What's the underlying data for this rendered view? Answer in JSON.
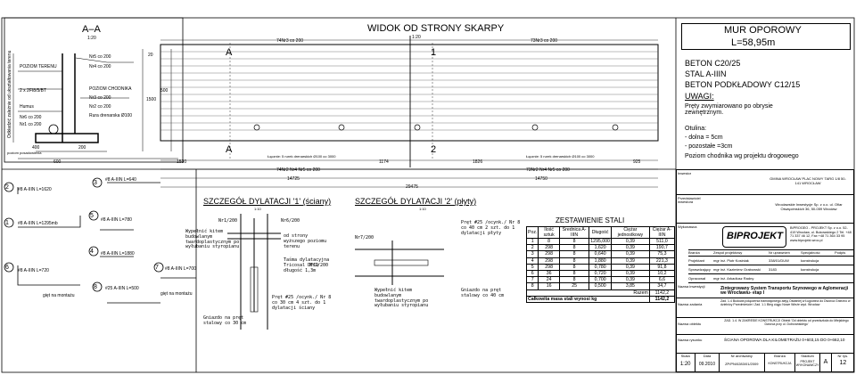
{
  "section": {
    "title": "A–A",
    "scale": "1:20",
    "side_label": "Odkładzić zależnie od ukształtowania terenu",
    "layers": [
      "POZIOM TERENU",
      "Nr5 co 200",
      "Nr4 co 200",
      "2 x 2FI8/5/BT",
      "Humus",
      "POZIOM CHODNIKA",
      "Nr3 co 200",
      "Nr6 co 200",
      "Nr1 co 200",
      "Nr2 co 200",
      "Rura drenarska Ø100"
    ],
    "dims": [
      "400",
      "200",
      "600",
      "20",
      "1500",
      "500"
    ],
    "footer": "poziom posadowienia"
  },
  "elevation": {
    "title": "WIDOK OD STRONY SKARPY",
    "scale": "1:20",
    "top_left": "74Nr3 co 200",
    "top_right": "73Nr3 co 200",
    "marks": [
      "A",
      "1",
      "A",
      "2"
    ],
    "bottom_notes": [
      "Łącznie: 5 rurek drenarskich Ø100 co 3000",
      "Łącznie: 5 rurek drenarskich Ø100 co 3000"
    ],
    "dims_top": [
      "1530",
      "1174",
      "1826",
      "925"
    ],
    "dims_mid": [
      "74Nr2 Nr4 Nr5 co 200",
      "73Nr2 Nr4 Nr5 co 200"
    ],
    "dims_low": [
      "14725",
      "14750"
    ],
    "total": "29475"
  },
  "title_block": {
    "name": "MUR OPOROWY",
    "length": "L=58,95m",
    "concrete": "BETON C20/25",
    "steel": "STAL A-IIIN",
    "lean": "BETON PODKŁADOWY C12/15",
    "uwagi": "UWAGI:",
    "note1": "Pręty zwymiarowano po obrysie zewnętrznym.",
    "otulina": "Otulina:",
    "dolna": "- dolna      = 5cm",
    "pozostale": "- pozostałe =3cm",
    "chodnik": "Poziom chodnika wg projektu drogowego"
  },
  "bars": [
    {
      "n": "2",
      "label": "#8 A-IIIN L=1620"
    },
    {
      "n": "3",
      "label": "#8 A-IIIN L=640"
    },
    {
      "n": "1",
      "label": "#8 A-IIIN L=1295mb"
    },
    {
      "n": "5",
      "label": "#8 A-IIIN L=780"
    },
    {
      "n": "4",
      "label": "#8 A-IIIN L=1880"
    },
    {
      "n": "6",
      "label": "#8 A-IIIN L=720"
    },
    {
      "n": "7",
      "label": "#8 A-IIIN L=700"
    },
    {
      "n": "8",
      "label": "#25 A-IIIN L=500"
    }
  ],
  "bend_note": "gięt na montażu",
  "detail1": {
    "title": "SZCZEGÓŁ DYLATACJI '1' (ściany)",
    "scale": "1:10",
    "labels": [
      "Wypełnić kitem budowlanym twardoplastycznym po wyłubaniu styropianu",
      "Nr1/200",
      "Nr6/200",
      "od strony wyższego poziomu terenu",
      "Taśma dylatacyjna Tricosal DF19 długość 1,3m",
      "Pręt #25 /ocynk./ Nr 8 co 30 cm 4 szt. do 1 dylatacji ściany",
      "Gniazdo na pręt stalowy co 30 cm",
      "Nr1/200"
    ]
  },
  "detail2": {
    "title": "SZCZEGÓŁ DYLATACJI '2' (płyty)",
    "scale": "1:10",
    "labels": [
      "Nr7/200",
      "Pręt #25 /ocynk./ Nr 8 co 40 cm 2 szt. do 1 dylatacji płyty",
      "Wypełnić kitem budowlanym twardoplastycznym po wyłubaniu styropianu",
      "Gniazdo na pręt stalowy co 40 cm"
    ]
  },
  "stali": {
    "title": "ZESTAWIENIE STALI",
    "headers": [
      "Poz.",
      "Ilość sztuk",
      "Średnica A-IIIN",
      "Długość",
      "Ciężar jednostkowy",
      "Ciężar A-IIIN"
    ],
    "rows": [
      [
        "1",
        "8",
        "8",
        "1295,000",
        "0,39",
        "511,0"
      ],
      [
        "2",
        "298",
        "8",
        "1,620",
        "0,39",
        "190,7"
      ],
      [
        "3",
        "298",
        "8",
        "0,640",
        "0,39",
        "75,3"
      ],
      [
        "4",
        "298",
        "8",
        "1,880",
        "0,39",
        "221,3"
      ],
      [
        "5",
        "298",
        "8",
        "0,780",
        "0,39",
        "91,8"
      ],
      [
        "6",
        "36",
        "8",
        "0,720",
        "0,39",
        "10,2"
      ],
      [
        "7",
        "24",
        "8",
        "0,700",
        "0,39",
        "6,6"
      ],
      [
        "8",
        "16",
        "25",
        "0,500",
        "3,85",
        "34,7"
      ]
    ],
    "sum_label": "Razem",
    "sum": "1142,2",
    "total_label": "Całkowita masa stali wynosi kg",
    "total": "1142,2"
  },
  "stamp": {
    "investor_lbl": "Inwestor",
    "investor": "GMINA WROCŁAW PLAC NOWY TARG 1/8 50-141 WROCŁAW",
    "repr_lbl": "Przedstawiciel inwestora",
    "repr": "Wrocławskie Inwestycje Sp. z o.o. ul. Ofiar Oświęcimskich 36, 50-059 Wrocław",
    "exec_lbl": "Wykonawca",
    "firm": "BIPROJEKT",
    "firm_addr": "BIPROGEO - PROJEKT Sp. z o.o. 52-419 Wrocław, ul. Bukowskiego 2 Tel. +48 71 337 46 12, Fax +48 71 364 33 95 www.biprojekt.wroc.pl",
    "hdr": [
      "Branża",
      "Zespół projektowy",
      "Nr uprawnień",
      "Specjalność",
      "Podpis"
    ],
    "rows": [
      [
        "Projektant",
        "mgr inż. Piotr Kosiniak",
        "338/01/DUW",
        "konstrukcja"
      ],
      [
        "Sprawdzający",
        "mgr inż. Kazimierz Grabowski",
        "3183",
        "konstrukcja"
      ],
      [
        "Opracował",
        "mgr inż. Arkadiusz Radny",
        "",
        ""
      ]
    ],
    "zad_lbl": "Nazwa inwestycji",
    "zad": "Zintegrowany System Transportu Szynowego w Aglomeracji we Wrocławiu- etap I",
    "zad2_lbl": "Nazwa zadania",
    "zad2": "Zad. 1.4 Budowa połączenia tramwajowego aleją Ostatniej w Ługowina do Dworca Gniezno w dzielnicy Przedmieście i Zad. 1.1 Bieg ciągu Nowe Wieże wyd. Wrocław",
    "obj_lbl": "Nazwa obiektu",
    "obj": "ZAD. 1.4. W ZAKRESIE KONSTRUKCJI Obiekt 'Od obiektu od przedszkola do Miejskiego Dworca przy ul. Dobrzańskiego'",
    "rys_lbl": "Nazwa rysunku",
    "rys": "ŚCIANA OPOROWA  DLA KILOMETRAŻU 0+603,15 DO 0+662,10",
    "foot_hdr": [
      "Skala",
      "Data",
      "Nr archiwalny",
      "Branża",
      "Stadium",
      "Nr rys."
    ],
    "foot": [
      "1:20",
      "09.2010",
      "ZP/PN/0283/01/2009",
      "KONSTRUKCJA",
      "PROJEKT WYKONAWCZY",
      "A",
      "12"
    ]
  }
}
